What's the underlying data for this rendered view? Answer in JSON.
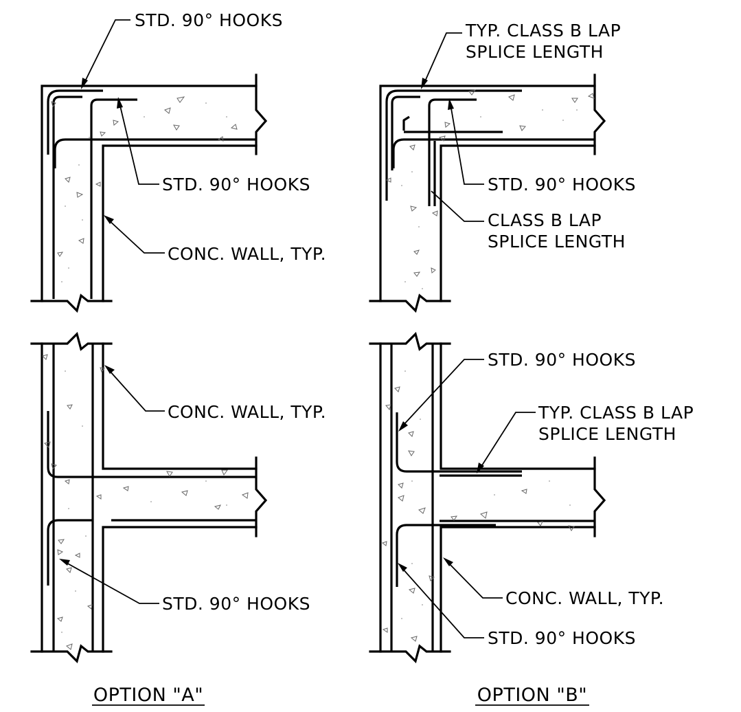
{
  "option_a": {
    "caption": "OPTION \"A\"",
    "corner": {
      "label_top": "STD. 90° HOOKS",
      "label_inner": "STD. 90° HOOKS",
      "label_wall": "CONC. WALL, TYP."
    },
    "tee": {
      "label_wall": "CONC. WALL, TYP.",
      "label_hooks": "STD. 90° HOOKS"
    }
  },
  "option_b": {
    "caption": "OPTION \"B\"",
    "corner": {
      "label_lap_line1": "TYP. CLASS B LAP",
      "label_lap_line2": "SPLICE LENGTH",
      "label_hooks": "STD. 90° HOOKS",
      "label_splice_line1": "CLASS B LAP",
      "label_splice_line2": "SPLICE LENGTH"
    },
    "tee": {
      "label_hooks_top": "STD. 90° HOOKS",
      "label_lap_line1": "TYP. CLASS B LAP",
      "label_lap_line2": "SPLICE LENGTH",
      "label_wall": "CONC. WALL, TYP.",
      "label_hooks_bottom": "STD. 90° HOOKS"
    }
  }
}
